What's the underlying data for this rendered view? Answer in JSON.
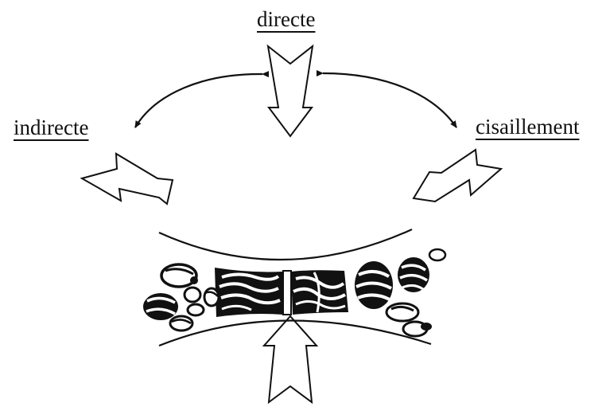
{
  "labels": {
    "top": "directe",
    "left": "indirecte",
    "right": "cisaillement"
  },
  "colors": {
    "ink": "#111111",
    "background": "#ffffff"
  }
}
